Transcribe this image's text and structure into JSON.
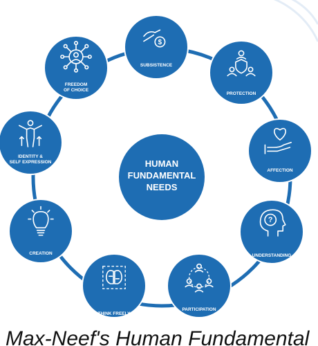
{
  "colors": {
    "primary": "#1e6db3",
    "ring": "#1e6db3",
    "deco_arc": "#e3ecf6",
    "icon": "#ffffff"
  },
  "center": {
    "lines": [
      "HUMAN",
      "FUNDAMENTAL",
      "NEEDS"
    ]
  },
  "needs": [
    {
      "key": "subsistence",
      "lines": [
        "SUBSISTENCE"
      ],
      "icon": "hand-coin-icon"
    },
    {
      "key": "protection",
      "lines": [
        "PROTECTION"
      ],
      "icon": "shield-people-icon"
    },
    {
      "key": "affection",
      "lines": [
        "AFFECTION"
      ],
      "icon": "heart-hand-icon"
    },
    {
      "key": "understanding",
      "lines": [
        "UNDERSTANDING"
      ],
      "icon": "head-question-icon"
    },
    {
      "key": "participation",
      "lines": [
        "PARTICIPATION"
      ],
      "icon": "network-people-icon"
    },
    {
      "key": "think-freely",
      "lines": [
        "THINK FREELY"
      ],
      "icon": "brain-icon"
    },
    {
      "key": "creation",
      "lines": [
        "CREATION"
      ],
      "icon": "lightbulb-icon"
    },
    {
      "key": "identity",
      "lines": [
        "IDENTITY &",
        "SELF EXPRESSION"
      ],
      "icon": "person-arrows-icon"
    },
    {
      "key": "freedom",
      "lines": [
        "FREEDOM",
        "OF CHOICE"
      ],
      "icon": "person-network-icon"
    }
  ],
  "caption": "Max-Neef's Human Fundamental"
}
